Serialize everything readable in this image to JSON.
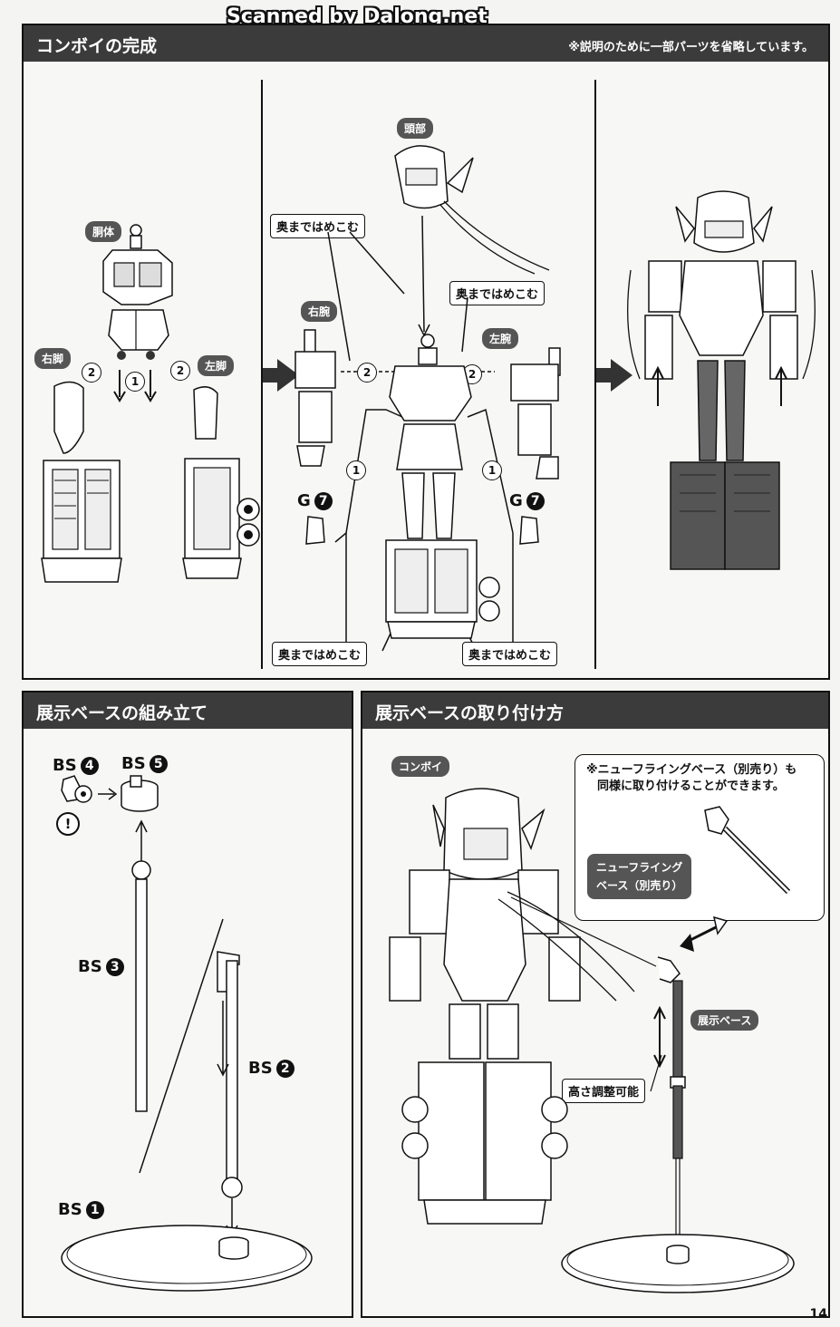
{
  "watermark": "Scanned by Dalong.net",
  "section1": {
    "title": "コンボイの完成",
    "note": "※説明のために一部パーツを省略しています。",
    "left": {
      "torso_label": "胴体",
      "right_leg_label": "右脚",
      "left_leg_label": "左脚",
      "step1": "1",
      "step2a": "2",
      "step2b": "2"
    },
    "middle": {
      "head_label": "頭部",
      "right_arm_label": "右腕",
      "left_arm_label": "左腕",
      "push_in_1": "奥まではめこむ",
      "push_in_2": "奥まではめこむ",
      "push_in_3": "奥まではめこむ",
      "push_in_4": "奥まではめこむ",
      "part_g_left": "G",
      "part_g_left_num": "7",
      "part_g_right": "G",
      "part_g_right_num": "7",
      "step2_left": "2",
      "step2_right": "2",
      "step1_left": "1",
      "step1_right": "1"
    }
  },
  "section2": {
    "title": "展示ベースの組み立て",
    "bs4": "BS",
    "bs4_num": "4",
    "bs5": "BS",
    "bs5_num": "5",
    "bs3": "BS",
    "bs3_num": "3",
    "bs2": "BS",
    "bs2_num": "2",
    "bs1": "BS",
    "bs1_num": "1",
    "warning": "!"
  },
  "section3": {
    "title": "展示ベースの取り付け方",
    "convoy_tag": "コンボイ",
    "note_line1": "※ニューフライングベース（別売り）も",
    "note_line2": "同様に取り付けることができます。",
    "new_flying_base_line1": "ニューフライング",
    "new_flying_base_line2": "ベース（別売り）",
    "display_base_tag": "展示ベース",
    "height_adjustable": "高さ調整可能"
  },
  "page_number": "14"
}
